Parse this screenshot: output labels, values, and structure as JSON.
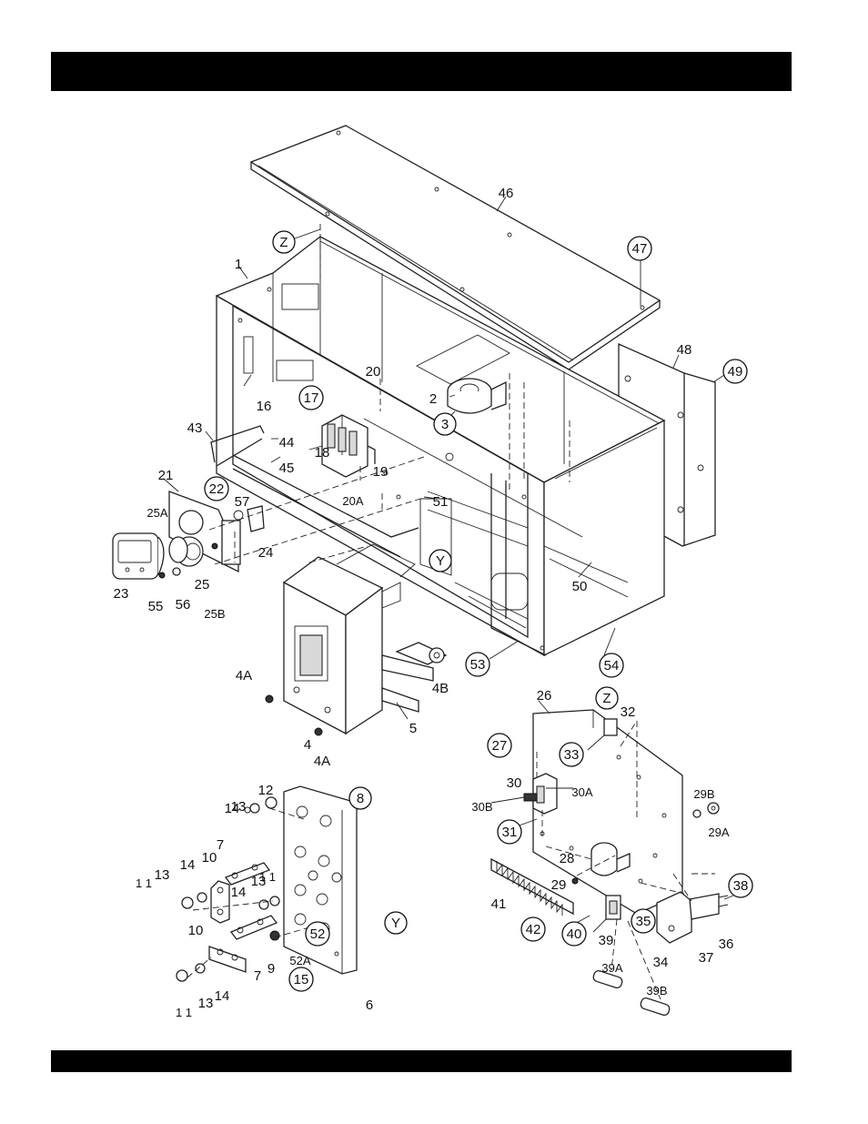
{
  "colors": {
    "bars": "#000000",
    "ink": "#222222",
    "paper": "#ffffff"
  },
  "labels": [
    {
      "id": "46",
      "circled": false
    },
    {
      "id": "47",
      "circled": true
    },
    {
      "id": "48",
      "circled": false
    },
    {
      "id": "49",
      "circled": true
    },
    {
      "id": "Z",
      "circled": true
    },
    {
      "id": "1",
      "circled": false
    },
    {
      "id": "20",
      "circled": false
    },
    {
      "id": "2",
      "circled": false
    },
    {
      "id": "3",
      "circled": true
    },
    {
      "id": "16",
      "circled": false
    },
    {
      "id": "17",
      "circled": true
    },
    {
      "id": "43",
      "circled": false
    },
    {
      "id": "44",
      "circled": false
    },
    {
      "id": "18",
      "circled": false
    },
    {
      "id": "19",
      "circled": false
    },
    {
      "id": "45",
      "circled": false
    },
    {
      "id": "20A",
      "circled": false
    },
    {
      "id": "21",
      "circled": false
    },
    {
      "id": "22",
      "circled": true
    },
    {
      "id": "57",
      "circled": false
    },
    {
      "id": "25A",
      "circled": false
    },
    {
      "id": "24",
      "circled": false
    },
    {
      "id": "51",
      "circled": false
    },
    {
      "id": "Y",
      "circled": true
    },
    {
      "id": "23",
      "circled": false
    },
    {
      "id": "25",
      "circled": false
    },
    {
      "id": "55",
      "circled": false
    },
    {
      "id": "56",
      "circled": false
    },
    {
      "id": "25B",
      "circled": false
    },
    {
      "id": "50",
      "circled": false
    },
    {
      "id": "4A",
      "circled": false
    },
    {
      "id": "4B",
      "circled": false
    },
    {
      "id": "53",
      "circled": true
    },
    {
      "id": "54",
      "circled": true
    },
    {
      "id": "4",
      "circled": false
    },
    {
      "id": "4A",
      "circled": false
    },
    {
      "id": "5",
      "circled": false
    },
    {
      "id": "26",
      "circled": false
    },
    {
      "id": "Z",
      "circled": true
    },
    {
      "id": "32",
      "circled": false
    },
    {
      "id": "27",
      "circled": true
    },
    {
      "id": "33",
      "circled": true
    },
    {
      "id": "30",
      "circled": false
    },
    {
      "id": "30A",
      "circled": false
    },
    {
      "id": "30B",
      "circled": false
    },
    {
      "id": "29B",
      "circled": false
    },
    {
      "id": "31",
      "circled": true
    },
    {
      "id": "29A",
      "circled": false
    },
    {
      "id": "28",
      "circled": false
    },
    {
      "id": "29",
      "circled": false
    },
    {
      "id": "41",
      "circled": false
    },
    {
      "id": "38",
      "circled": true
    },
    {
      "id": "42",
      "circled": true
    },
    {
      "id": "40",
      "circled": true
    },
    {
      "id": "39",
      "circled": false
    },
    {
      "id": "35",
      "circled": true
    },
    {
      "id": "37",
      "circled": false
    },
    {
      "id": "36",
      "circled": false
    },
    {
      "id": "34",
      "circled": false
    },
    {
      "id": "39A",
      "circled": false
    },
    {
      "id": "39B",
      "circled": false
    },
    {
      "id": "13",
      "circled": false
    },
    {
      "id": "12",
      "circled": false
    },
    {
      "id": "14",
      "circled": false
    },
    {
      "id": "8",
      "circled": true
    },
    {
      "id": "7",
      "circled": false
    },
    {
      "id": "10",
      "circled": false
    },
    {
      "id": "1 1",
      "circled": false
    },
    {
      "id": "13",
      "circled": false
    },
    {
      "id": "14",
      "circled": false
    },
    {
      "id": "1 1",
      "circled": false
    },
    {
      "id": "14",
      "circled": false
    },
    {
      "id": "13",
      "circled": false
    },
    {
      "id": "Y",
      "circled": true
    },
    {
      "id": "52",
      "circled": true
    },
    {
      "id": "10",
      "circled": false
    },
    {
      "id": "52A",
      "circled": false
    },
    {
      "id": "9",
      "circled": false
    },
    {
      "id": "7",
      "circled": false
    },
    {
      "id": "15",
      "circled": true
    },
    {
      "id": "1 1",
      "circled": false
    },
    {
      "id": "13",
      "circled": false
    },
    {
      "id": "14",
      "circled": false
    },
    {
      "id": "6",
      "circled": false
    }
  ]
}
